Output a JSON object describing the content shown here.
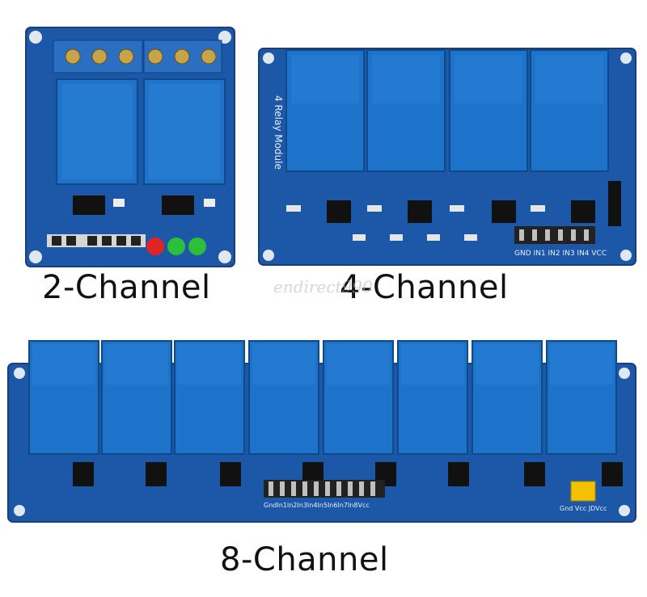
{
  "colors": {
    "pcb": "#1d57a8",
    "pcb_dark": "#163f7d",
    "relay": "#1d72c9",
    "relay_dark": "#135a9f",
    "terminal": "#2a6fc2",
    "screw": "#c7a34a",
    "header_pin": "#222222",
    "jumper_yellow": "#f2c200",
    "led_red": "#e02424",
    "led_green": "#2bbf3a"
  },
  "labels": {
    "two_channel": "2-Channel",
    "four_channel": "4-Channel",
    "eight_channel": "8-Channel"
  },
  "watermark": "endirect990",
  "board_4": {
    "side_text": "4 Relay Module",
    "pins": "GND IN1 IN2 IN3 IN4 VCC"
  },
  "board_8": {
    "pins": "GndIn1In2In3In4In5In6In7In8Vcc",
    "jumper_pins": "Gnd Vcc JDVcc"
  }
}
